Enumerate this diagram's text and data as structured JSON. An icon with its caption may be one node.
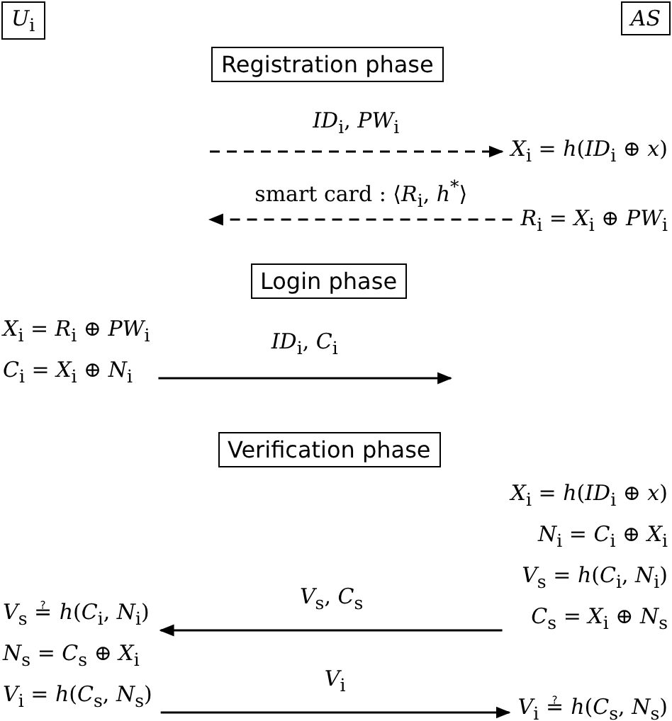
{
  "diagram": {
    "nodes": [
      {
        "text": [
          "*U*$_{i}$"
        ]
      },
      {
        "text": [
          "*AS*"
        ]
      },
      {
        "text": [
          "Registration phase"
        ]
      },
      {
        "text": [
          "*X*$_{i}$ = *h*(*ID*$_{i}$ ⊕ *x*)"
        ]
      },
      {
        "text": [
          "*R*$_{i}$ = *X*$_{i}$ ⊕ *PW*$_{i}$"
        ]
      },
      {
        "text": [
          "Login phase"
        ]
      },
      {
        "text": [
          "*X*$_{i}$ = *R*$_{i}$ ⊕ *PW*$_{i}$",
          "*C*$_{i}$ = *X*$_{i}$ ⊕ *N*$_{i}$"
        ]
      },
      {
        "text": [
          "Verification phase"
        ]
      },
      {
        "text": [
          "*X*$_{i}$ = *h*(*ID*$_{i}$ ⊕ *x*)",
          "*N*$_{i}$ = *C*$_{i}$ ⊕ *X*$_{i}$",
          "*V*$_{s}$ = *h*(*C*$_{i}$, *N*$_{i}$)",
          "*C*$_{s}$ = *X*$_{i}$ ⊕ *N*$_{s}$"
        ]
      },
      {
        "text": [
          "*V*$_{s}$ ≟ *h*(*C*$_{i}$, *N*$_{i}$)",
          "*N*$_{s}$ = *C*$_{s}$ ⊕ *X*$_{i}$",
          "*V*$_{i}$ = *h*(*C*$_{s}$, *N*$_{s}$)"
        ]
      },
      {
        "text": [
          "*V*$_{i}$ ≟ *h*(*C*$_{s}$, *N*$_{s}$)"
        ]
      }
    ],
    "edges": [
      {
        "from": null,
        "to": 3,
        "arrow": "to",
        "label": "*ID*$_{i}$,  *PW*$_{i}$",
        "style": "dashed"
      },
      {
        "from": 4,
        "to": null,
        "arrow": "to",
        "label": "smart card : ⟨*R*$_{i}$, *h*$^{*}$⟩",
        "style": "dashed"
      },
      {
        "from": 6,
        "to": null,
        "arrow": "to",
        "label": "*ID*$_{i}$,  *C*$_{i}$"
      },
      {
        "from": 8,
        "to": 9,
        "arrow": "to",
        "label": "*V*$_{s}$,  *C*$_{s}$"
      },
      {
        "from": 9,
        "to": 10,
        "arrow": "to",
        "label": "*V*$_{i}$"
      }
    ]
  }
}
